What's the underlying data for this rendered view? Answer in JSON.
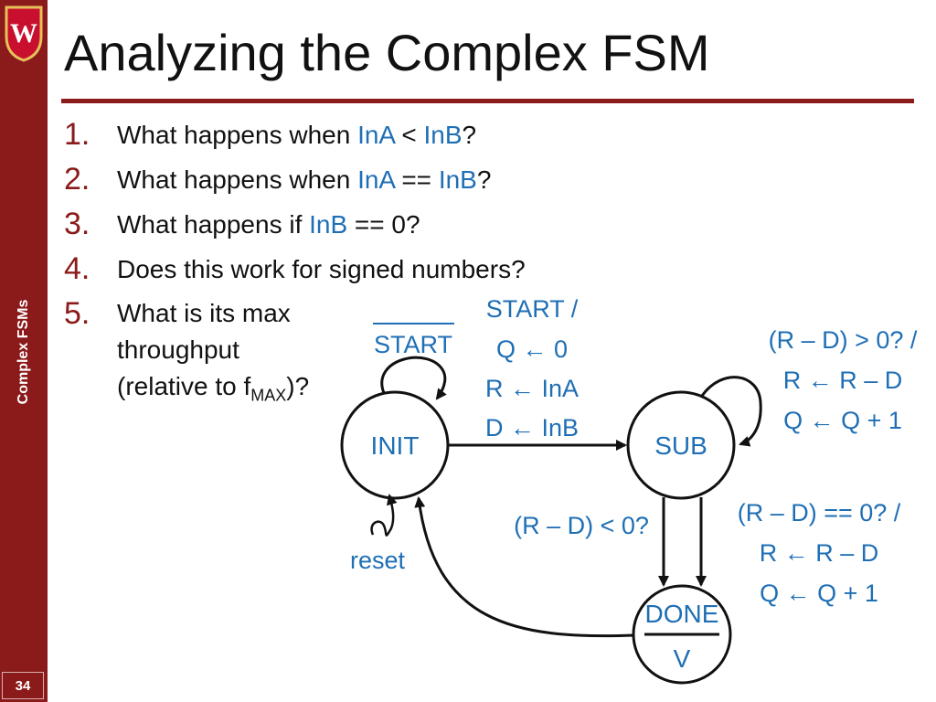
{
  "sidebar": {
    "label": "Complex FSMs",
    "page_number": "34",
    "crest_letter": "W"
  },
  "title": "Analyzing the Complex FSM",
  "questions": [
    {
      "number": "1.",
      "parts": [
        "What happens when ",
        "InA",
        " < ",
        "InB",
        "?"
      ]
    },
    {
      "number": "2.",
      "parts": [
        "What happens when ",
        "InA",
        " == ",
        "InB",
        "?"
      ]
    },
    {
      "number": "3.",
      "parts": [
        "What happens if ",
        "InB",
        " == 0?"
      ]
    },
    {
      "number": "4.",
      "parts": [
        "Does this work for signed numbers?"
      ]
    },
    {
      "number": "5.",
      "lines": [
        "What is its max",
        "throughput"
      ],
      "line3_a": "(relative to f",
      "line3_sub": "MAX",
      "line3_b": ")?"
    }
  ],
  "diagram": {
    "states": {
      "init": "INIT",
      "sub": "SUB",
      "done_top": "DONE",
      "done_bottom": "V"
    },
    "init_self_loop": "START",
    "init_to_sub": [
      "START /",
      "Q ← 0",
      "R ← InA",
      "D ← InB"
    ],
    "sub_self_loop": [
      "(R – D) > 0? /",
      "R ← R – D",
      "Q ← Q + 1"
    ],
    "sub_to_done_neg": "(R – D) < 0?",
    "sub_to_done_zero": [
      "(R – D) == 0? /",
      "R ← R – D",
      "Q ← Q + 1"
    ],
    "reset": "reset"
  },
  "colors": {
    "accent": "#8b1a1a",
    "label_blue": "#1f6fb5",
    "text": "#111111"
  }
}
